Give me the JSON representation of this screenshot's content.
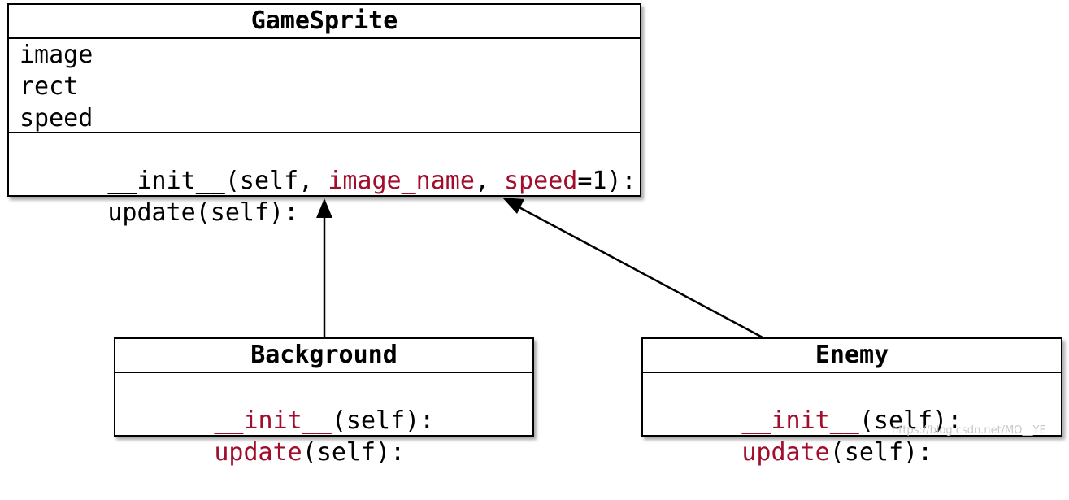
{
  "classes": {
    "gamesprite": {
      "name": "GameSprite",
      "attributes": [
        "image",
        "rect",
        "speed"
      ],
      "methods": [
        [
          {
            "text": "__init__(self, ",
            "highlight": false
          },
          {
            "text": "image_name",
            "highlight": true
          },
          {
            "text": ", ",
            "highlight": false
          },
          {
            "text": "speed",
            "highlight": true
          },
          {
            "text": "=1):",
            "highlight": false
          }
        ],
        [
          {
            "text": "update(self):",
            "highlight": false
          }
        ]
      ]
    },
    "background": {
      "name": "Background",
      "methods": [
        [
          {
            "text": "__init__",
            "highlight": true
          },
          {
            "text": "(self):",
            "highlight": false
          }
        ],
        [
          {
            "text": "update",
            "highlight": true
          },
          {
            "text": "(self):",
            "highlight": false
          }
        ]
      ]
    },
    "enemy": {
      "name": "Enemy",
      "methods": [
        [
          {
            "text": "__init__",
            "highlight": true
          },
          {
            "text": "(self):",
            "highlight": false
          }
        ],
        [
          {
            "text": "update",
            "highlight": true
          },
          {
            "text": "(self):",
            "highlight": false
          }
        ]
      ]
    }
  },
  "relations": [
    {
      "from": "Background",
      "to": "GameSprite",
      "type": "inheritance"
    },
    {
      "from": "Enemy",
      "to": "GameSprite",
      "type": "inheritance"
    }
  ],
  "colors": {
    "highlight": "#a10d2b",
    "border": "#000000",
    "watermark": "#c8c8c8"
  },
  "watermark": "https://blog.csdn.net/MO__YE"
}
